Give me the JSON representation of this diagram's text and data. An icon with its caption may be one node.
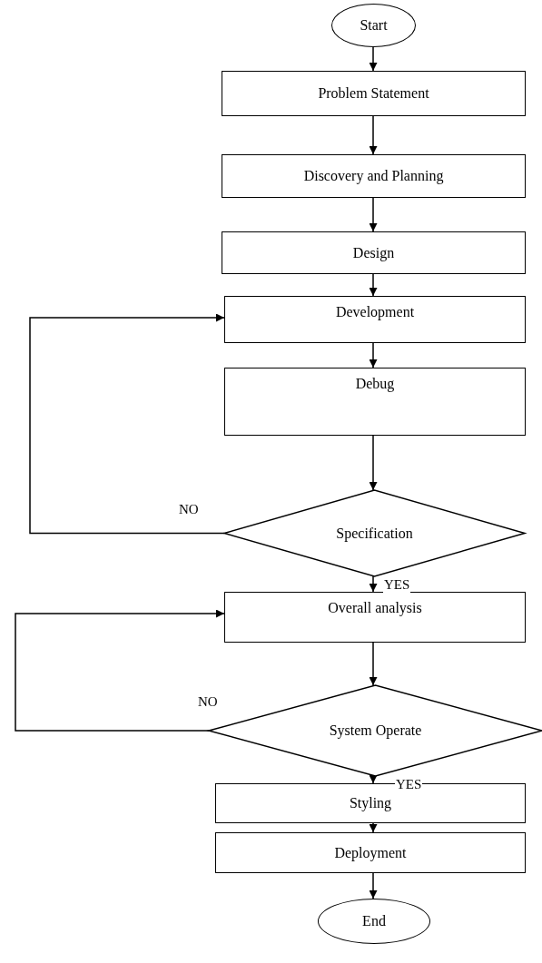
{
  "diagram": {
    "nodes": [
      {
        "text": [
          "Start"
        ]
      },
      {
        "text": [
          "Problem Statement"
        ]
      },
      {
        "text": [
          "Discovery and Planning"
        ]
      },
      {
        "text": [
          "Design"
        ]
      },
      {
        "text": [
          "Development"
        ]
      },
      {
        "text": [
          "Debug"
        ]
      },
      {
        "text": [
          "Specification"
        ]
      },
      {
        "text": [
          "Overall analysis"
        ]
      },
      {
        "text": [
          "System Operate"
        ]
      },
      {
        "text": [
          "Styling"
        ]
      },
      {
        "text": [
          "Deployment"
        ]
      },
      {
        "text": [
          "End"
        ]
      }
    ],
    "edges": [
      {
        "from": 0,
        "to": 1,
        "arrow": "to"
      },
      {
        "from": 1,
        "to": 2,
        "arrow": "to"
      },
      {
        "from": 2,
        "to": 3,
        "arrow": "to"
      },
      {
        "from": 3,
        "to": 4,
        "arrow": "to"
      },
      {
        "from": 4,
        "to": 5,
        "arrow": "to"
      },
      {
        "from": 5,
        "to": 6,
        "arrow": "to"
      },
      {
        "from": 6,
        "to": 4,
        "arrow": "to",
        "label": "NO"
      },
      {
        "from": 6,
        "to": 7,
        "arrow": "to",
        "label": "YES"
      },
      {
        "from": 7,
        "to": 8,
        "arrow": "to"
      },
      {
        "from": 8,
        "to": 7,
        "arrow": "to",
        "label": "NO"
      },
      {
        "from": 8,
        "to": 9,
        "arrow": "to",
        "label": "YES"
      },
      {
        "from": 9,
        "to": 10,
        "arrow": "to"
      },
      {
        "from": 10,
        "to": 11,
        "arrow": "to"
      }
    ]
  }
}
